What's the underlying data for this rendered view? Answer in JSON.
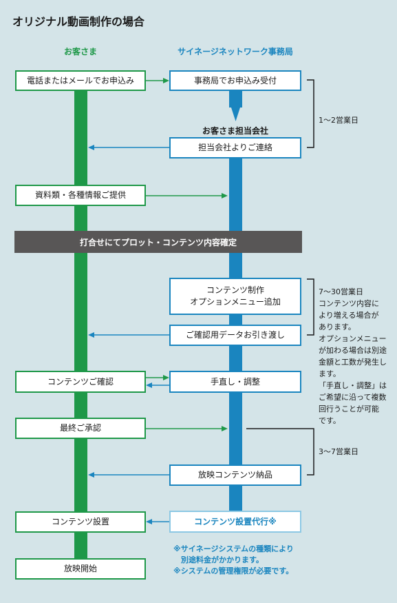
{
  "title": "オリジナル動画制作の場合",
  "headers": {
    "customer": "お客さま",
    "office": "サイネージネットワーク事務局"
  },
  "sub_header": "お客さま担当会社",
  "steps": {
    "apply": "電話またはメールでお申込み",
    "accept": "事務局でお申込み受付",
    "contact": "担当会社よりご連絡",
    "materials": "資料類・各種情報ご提供",
    "meeting": "打合せにてプロット・コンテンツ内容確定",
    "production_1": "コンテンツ制作",
    "production_2": "オプションメニュー追加",
    "delivery": "ご確認用データお引き渡し",
    "review": "コンテンツご確認",
    "revision": "手直し・調整",
    "approval": "最終ご承認",
    "final_delivery": "放映コンテンツ納品",
    "install": "コンテンツ設置",
    "install_agent": "コンテンツ設置代行※",
    "start": "放映開始"
  },
  "notes": {
    "period1": "1〜2営業日",
    "period2_lines": [
      "7〜30営業日",
      "コンテンツ内容に",
      "より増える場合が",
      "あります。",
      "オプションメニュー",
      "が加わる場合は別途",
      "金額と工数が発生し",
      "ます。",
      "「手直し・調整」は",
      "ご希望に沿って複数",
      "回行うことが可能",
      "です。"
    ],
    "period3": "3〜7営業日"
  },
  "footnotes": [
    "※サイネージシステムの種類により",
    "　別途料金がかかります。",
    "※システムの管理権限が必要です。"
  ],
  "colors": {
    "green": "#1e9848",
    "blue": "#1a85bf",
    "dark": "#585656",
    "background": "#d4e4e8"
  }
}
